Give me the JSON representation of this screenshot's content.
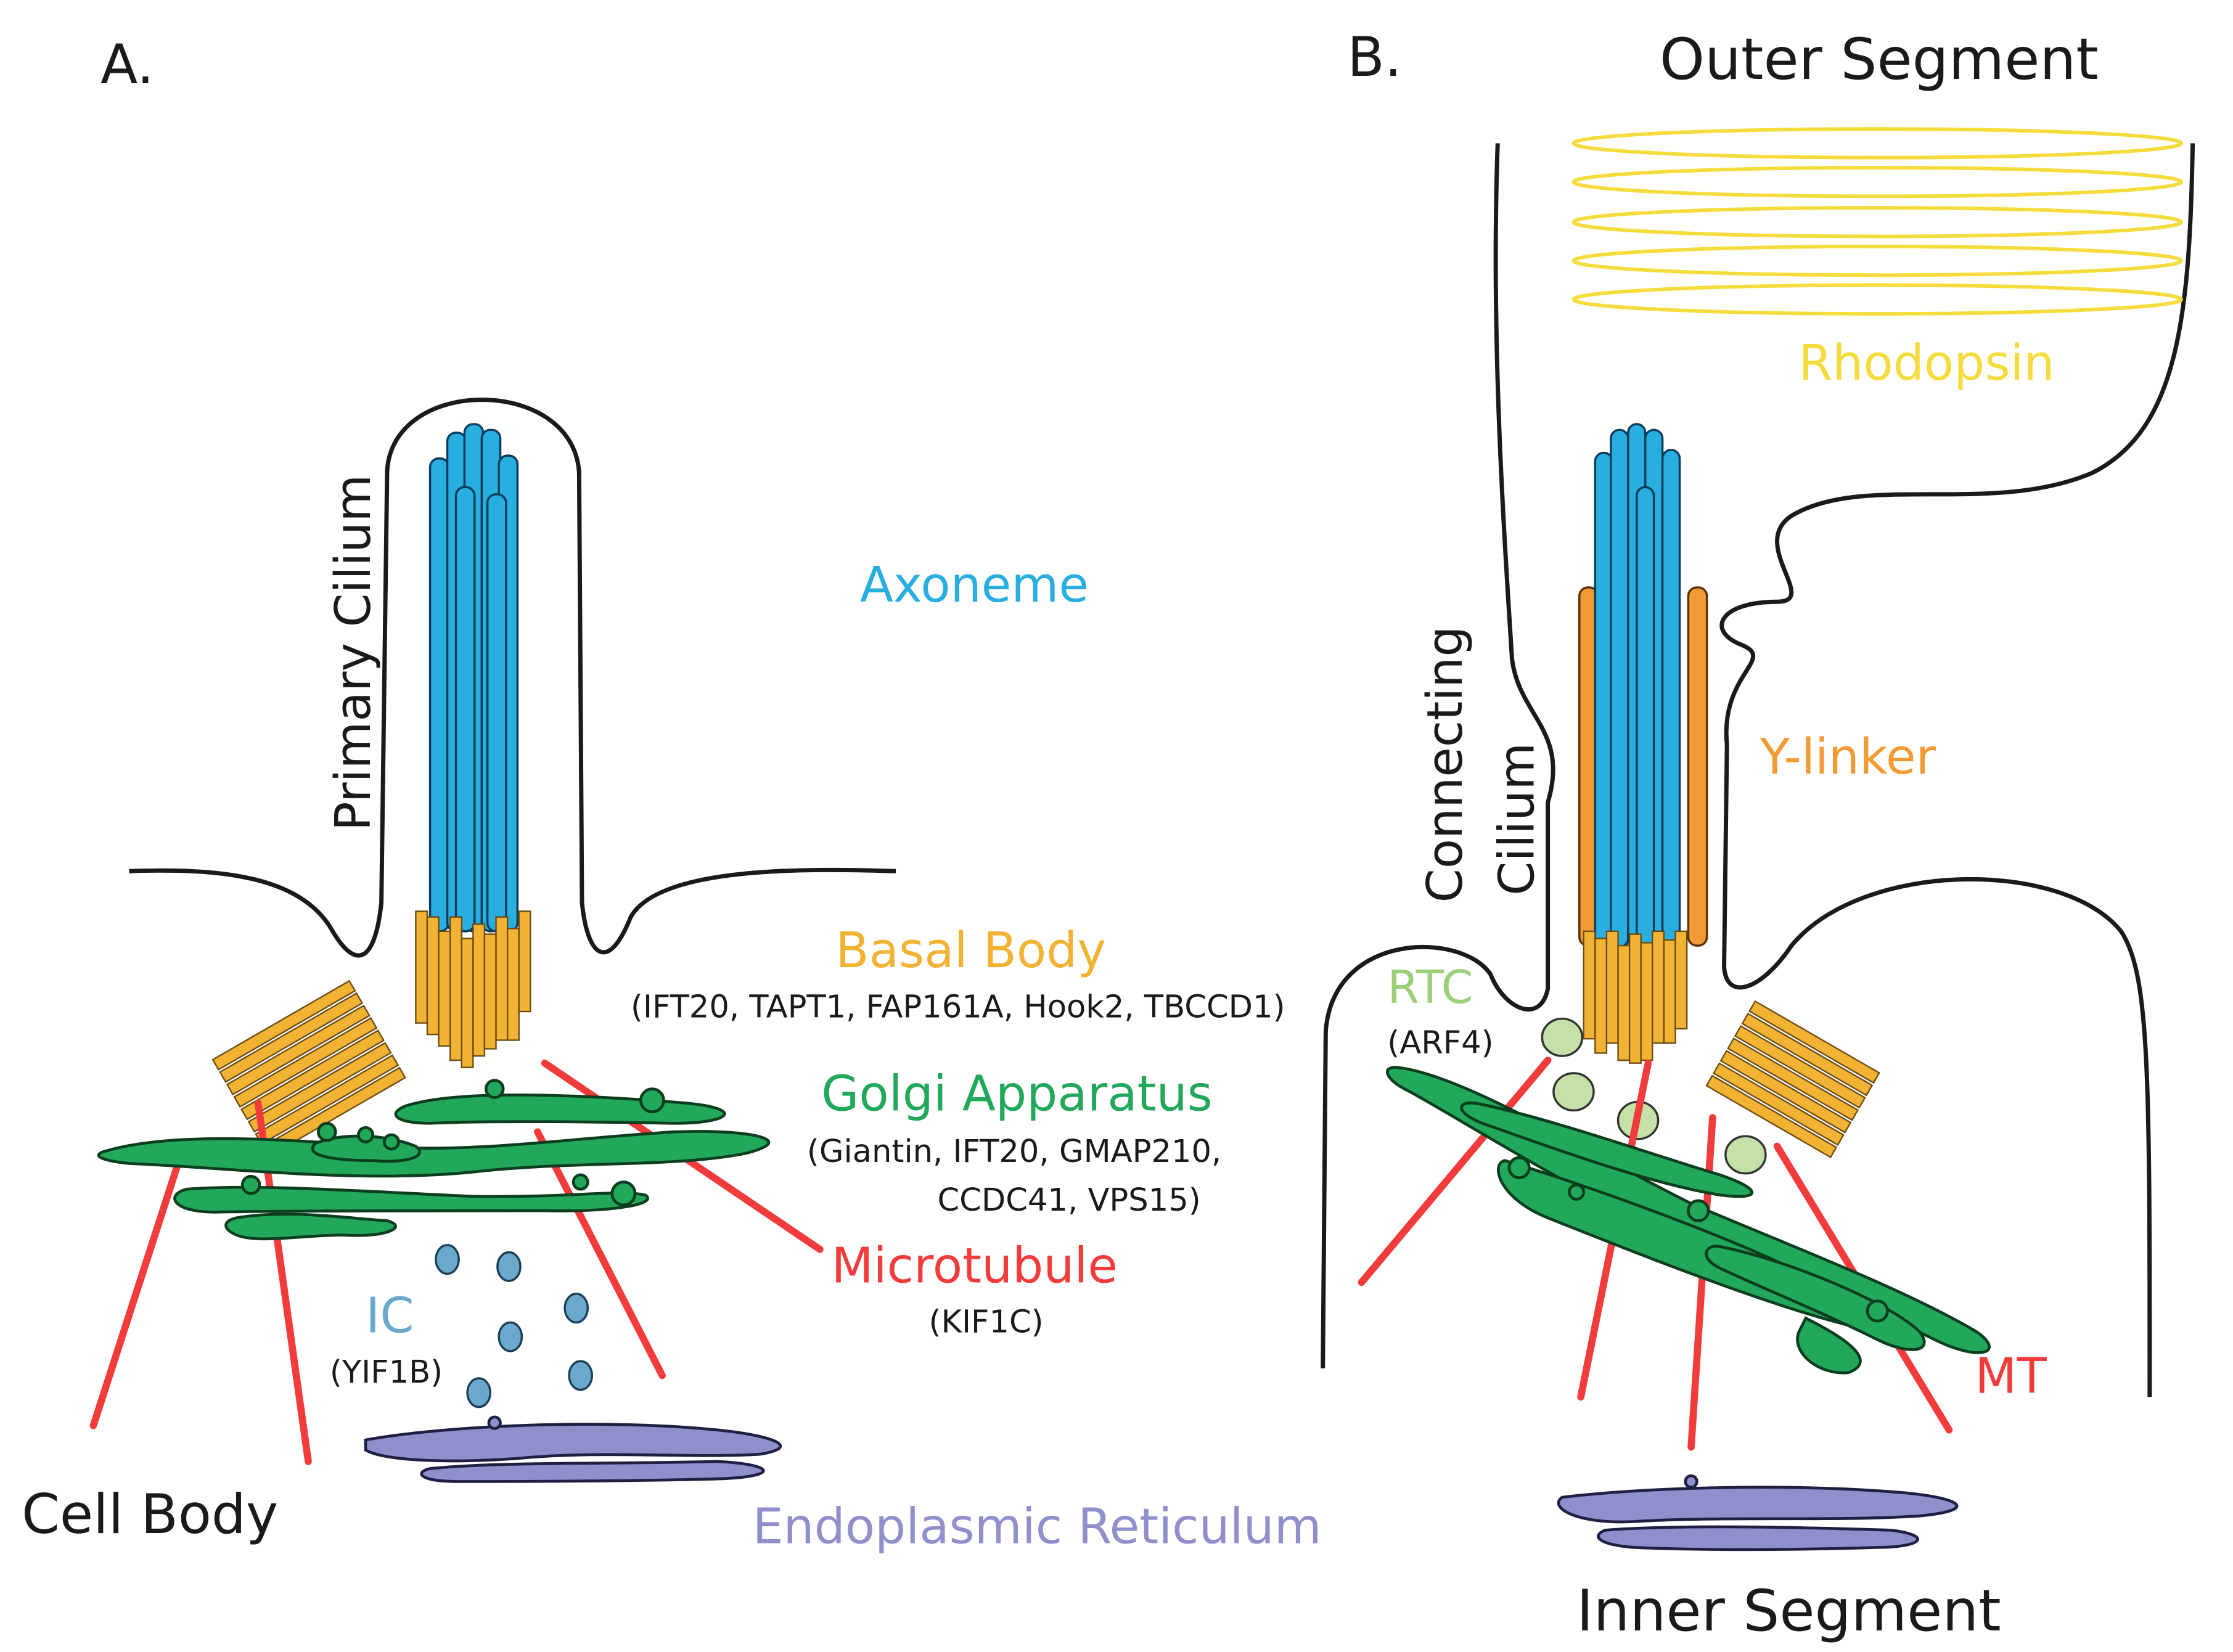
{
  "panel_a": {
    "letter": "A.",
    "primary_cilium": "Primary Cilium",
    "axoneme": "Axoneme",
    "basal_body": "Basal Body",
    "basal_body_proteins": "(IFT20, TAPT1, FAP161A, Hook2, TBCCD1)",
    "golgi": "Golgi Apparatus",
    "golgi_proteins_1": "(Giantin, IFT20, GMAP210,",
    "golgi_proteins_2": "CCDC41, VPS15)",
    "microtubule": "Microtubule",
    "microtubule_proteins": "(KIF1C)",
    "ic": "IC",
    "ic_proteins": "(YIF1B)",
    "cell_body": "Cell Body",
    "er": "Endoplasmic Reticulum"
  },
  "panel_b": {
    "letter": "B.",
    "outer_segment": "Outer Segment",
    "rhodopsin": "Rhodopsin",
    "connecting_1": "Connecting",
    "connecting_2": "Cilium",
    "y_linker": "Y-linker",
    "rtc": "RTC",
    "rtc_proteins": "(ARF4)",
    "mt": "MT",
    "inner_segment": "Inner Segment"
  },
  "colors": {
    "axoneme": "#29aee0",
    "basal_body": "#f2b233",
    "golgi": "#22a85a",
    "microtubule": "#f23c3c",
    "ic": "#6aa9cc",
    "er": "#8f8fcc",
    "rhodopsin": "#f5dc3c",
    "y_linker": "#f29a33",
    "rtc": "#c5e0a8",
    "outline": "#1a1a1a"
  }
}
